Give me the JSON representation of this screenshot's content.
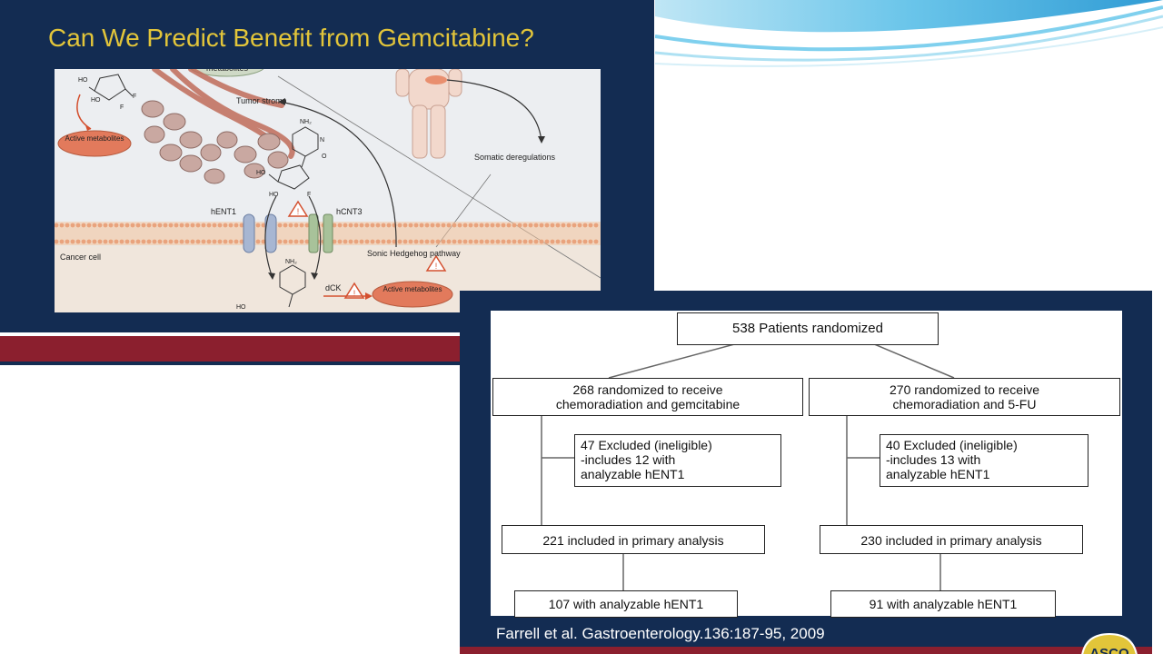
{
  "slide_a": {
    "title": "Can We Predict Benefit from Gemcitabine?",
    "figure_labels": {
      "metabolites": "metabolites",
      "active_metabolites_1": "Active metabolites",
      "active_metabolites_2": "Active metabolites",
      "tumor_stroma": "Tumor stroma",
      "somatic": "Somatic deregulations",
      "hent1": "hENT1",
      "hcnt3": "hCNT3",
      "cancer_cell": "Cancer cell",
      "sonic": "Sonic Hedgehog pathway",
      "dck": "dCK",
      "nh2": "NH₂",
      "ho": "HO",
      "f": "F",
      "n": "N",
      "o": "O"
    }
  },
  "slide_b": {
    "flowchart": {
      "root": "538 Patients randomized",
      "left_arm": {
        "line1": "268 randomized to receive",
        "line2": "chemoradiation and gemcitabine"
      },
      "right_arm": {
        "line1": "270 randomized to receive",
        "line2": "chemoradiation and 5-FU"
      },
      "left_excluded": {
        "line1": "47 Excluded (ineligible)",
        "line2": "-includes 12 with",
        "line3": "analyzable hENT1"
      },
      "right_excluded": {
        "line1": "40 Excluded (ineligible)",
        "line2": "-includes 13 with",
        "line3": "analyzable hENT1"
      },
      "left_included": "221 included in primary analysis",
      "right_included": "230 included in primary analysis",
      "left_analyzable": "107 with analyzable hENT1",
      "right_analyzable": "91 with analyzable hENT1"
    },
    "citation": "Farrell et al. Gastroenterology.136:187-95, 2009",
    "logo_text": "ASCO"
  },
  "colors": {
    "navy": "#132c52",
    "title_gold": "#e2c53a",
    "maroon_band": "#8b1f2e",
    "figure_bg": "#ece7e0",
    "metabolite_orange": "#e27a5c",
    "membrane_orange": "#e9a37d",
    "swoosh_blue": "#4fb3e0"
  }
}
